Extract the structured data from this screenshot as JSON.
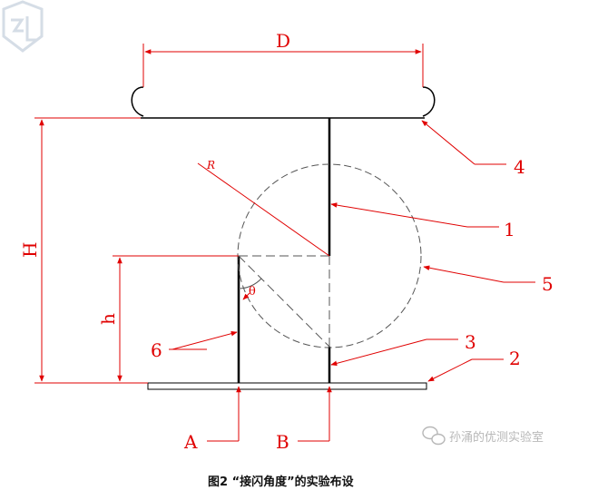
{
  "labels": {
    "D": "D",
    "H": "H",
    "h": "h",
    "R": "R",
    "theta": "θ",
    "A": "A",
    "B": "B",
    "n1": "1",
    "n2": "2",
    "n3": "3",
    "n4": "4",
    "n5": "5",
    "n6": "6"
  },
  "caption": "图2   “接闪角度”的实验布设",
  "watermark": {
    "text": "孙涌的优测实验室"
  },
  "colors": {
    "dimension": "#e00000",
    "structure": "#000000",
    "construction": "#555555"
  }
}
